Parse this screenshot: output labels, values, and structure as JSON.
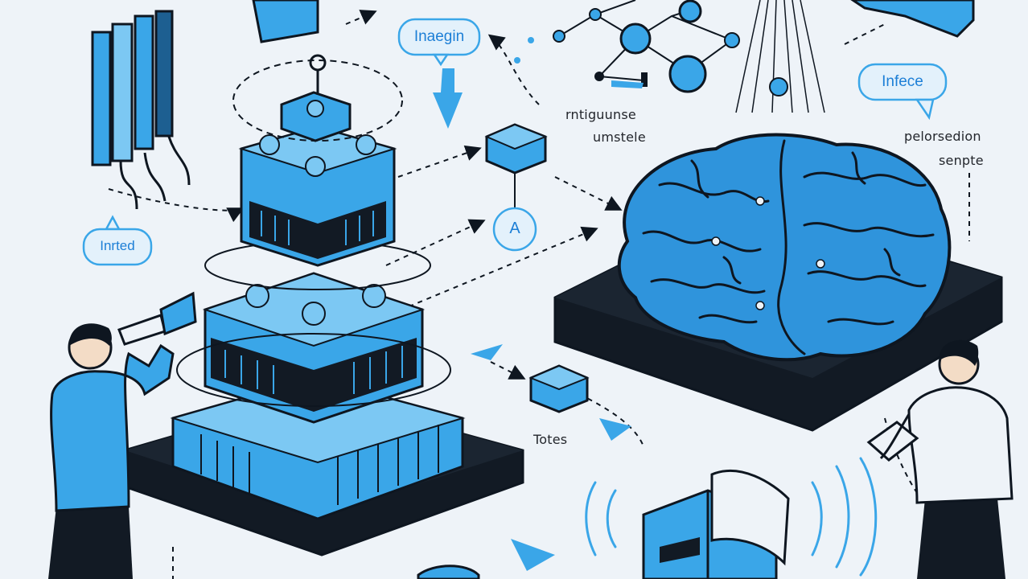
{
  "labels": {
    "imagin": "Inaegin",
    "infece": "Infece",
    "inrted": "Inrted",
    "a": "A",
    "rntiguunse": "rntiguunse",
    "umstele": "umstele",
    "pelorsedion": "pelorsedion",
    "senpte": "senpte",
    "totes": "Totes"
  },
  "colors": {
    "background": "#eef3f8",
    "accent": "#3aa6e8",
    "accent_light": "#7cc8f3",
    "outline": "#0e1620",
    "platform": "#121a24",
    "brain": "#2f94dc"
  }
}
